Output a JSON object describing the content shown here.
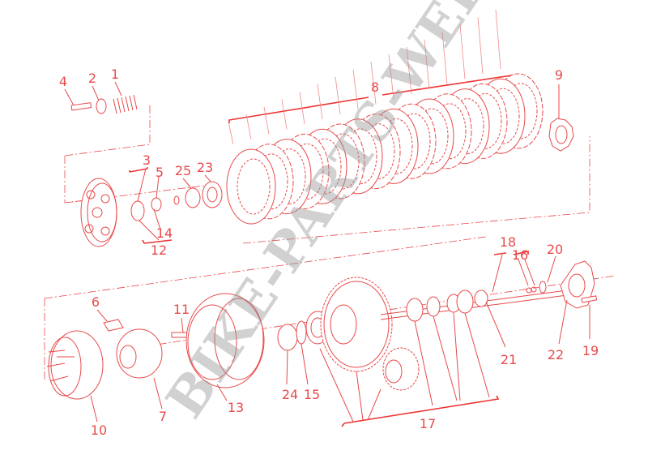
{
  "diagram": {
    "title": "Clutch exploded view",
    "watermark": "BIKE-PARTS-WEB®",
    "colors": {
      "line": "#e8494a",
      "label": "#e84a4a",
      "watermark": "#9a9a9a"
    },
    "labels": {
      "p1": "1",
      "p2": "2",
      "p3": "3",
      "p4": "4",
      "p5": "5",
      "p6": "6",
      "p7": "7",
      "p8": "8",
      "p9": "9",
      "p10": "10",
      "p11": "11",
      "p12": "12",
      "p13": "13",
      "p14": "14",
      "p15": "15",
      "p16": "16",
      "p17": "17",
      "p18": "18",
      "p19": "19",
      "p20": "20",
      "p21": "21",
      "p22": "22",
      "p23": "23",
      "p24": "24",
      "p25": "25"
    }
  }
}
